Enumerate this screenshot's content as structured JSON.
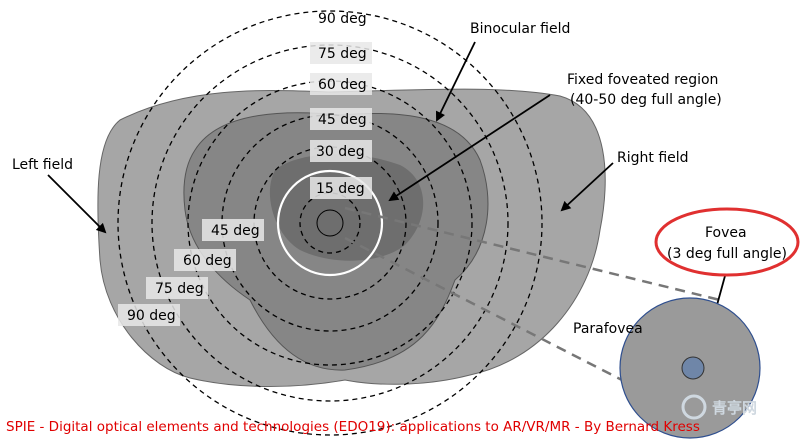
{
  "degree_labels": {
    "top": [
      "90 deg",
      "75 deg",
      "60 deg",
      "45 deg",
      "30 deg",
      "15 deg"
    ],
    "left": [
      "45 deg",
      "60 deg",
      "75 deg",
      "90 deg"
    ]
  },
  "callouts": {
    "binocular_field": "Binocular field",
    "fixed_foveated_1": "Fixed foveated region",
    "fixed_foveated_2": "(40-50 deg full angle)",
    "left_field": "Left field",
    "right_field": "Right field",
    "fovea_1": "Fovea",
    "fovea_2": "(3 deg full angle)",
    "parafovea": "Parafovea"
  },
  "credit": "SPIE - Digital optical elements and technologies (EDO19): applications to AR/VR/MR - By Bernard Kress",
  "watermark": "青亭网",
  "colors": {
    "outer_field": "#a6a6a6",
    "binocular": "#868686",
    "inner": "#6e6e6e",
    "label_box": "#e8e8e8",
    "fovea_ring": "#e03030",
    "credit": "#e00000",
    "inset_fill": "#9a9a9a",
    "fovea_fill": "#6f86a8"
  }
}
